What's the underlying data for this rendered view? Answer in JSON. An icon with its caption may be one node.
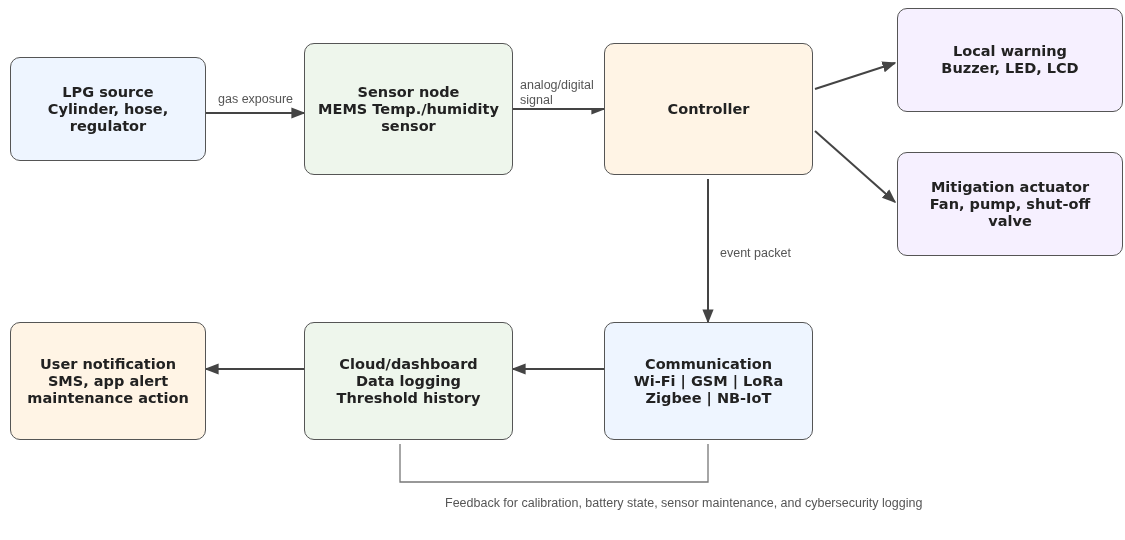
{
  "diagram": {
    "nodes": [
      {
        "text": [
          "LPG source",
          "Cylinder, hose, regulator"
        ]
      },
      {
        "text": [
          "Sensor node",
          "MEMS Temp./humidity sensor"
        ]
      },
      {
        "text": [
          "Controller"
        ]
      },
      {
        "text": [
          "Local warning",
          "Buzzer, LED, LCD"
        ]
      },
      {
        "text": [
          "Mitigation actuator",
          "Fan, pump, shut-off valve"
        ]
      },
      {
        "text": [
          "Communication",
          "Wi-Fi | GSM | LoRa Zigbee | NB-IoT"
        ]
      },
      {
        "text": [
          "Cloud/dashboard",
          "Data logging Threshold history"
        ]
      },
      {
        "text": [
          "User notification",
          "SMS, app alert maintenance action"
        ]
      }
    ],
    "edges": [
      {
        "from": 0,
        "to": 1,
        "arrow": "to",
        "label": "gas exposure"
      },
      {
        "from": 1,
        "to": 2,
        "arrow": "to",
        "label": "analog/digital signal"
      },
      {
        "from": 2,
        "to": 3,
        "arrow": "to"
      },
      {
        "from": 2,
        "to": 4,
        "arrow": "to"
      },
      {
        "from": 2,
        "to": 5,
        "arrow": "to",
        "label": "event packet"
      },
      {
        "from": 5,
        "to": 6,
        "arrow": "to"
      },
      {
        "from": 6,
        "to": 7,
        "arrow": "to"
      },
      {
        "from": 6,
        "to": 5,
        "arrow": "none",
        "label": "Feedback for calibration, battery state, sensor maintenance, and cybersecurity logging",
        "color": "#777777"
      }
    ]
  }
}
